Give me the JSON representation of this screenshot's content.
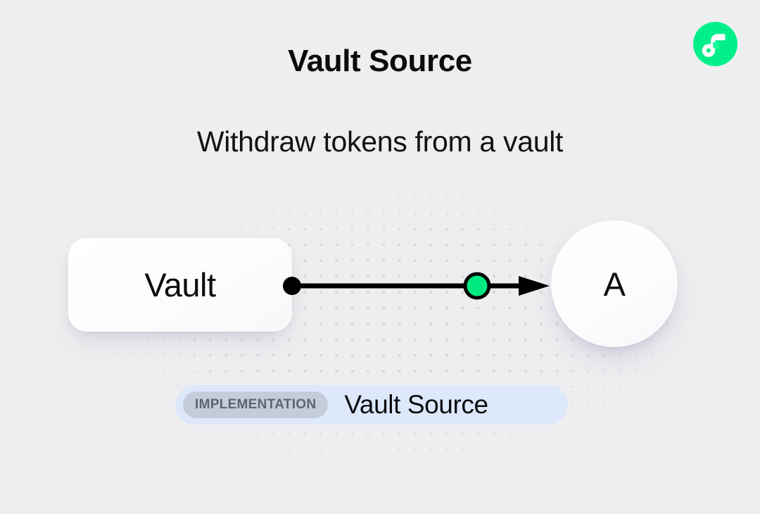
{
  "page": {
    "background_color": "#eeeef0",
    "title": "Vault Source",
    "subtitle": "Withdraw tokens from a vault"
  },
  "brand": {
    "logo_name": "flow-logo",
    "logo_color": "#00ef8b",
    "logo_accent_color": "#16ff99"
  },
  "diagram": {
    "type": "flow-graph",
    "nodes": [
      {
        "id": "vault",
        "label": "Vault",
        "shape": "rounded-rect"
      },
      {
        "id": "a",
        "label": "A",
        "shape": "circle"
      }
    ],
    "edges": [
      {
        "from": "vault",
        "to": "a",
        "source_handle_color": "#000000",
        "line_color": "#000000",
        "marker_color": "#00e980",
        "marker_stroke_color": "#000000",
        "arrowhead_color": "#000000"
      }
    ],
    "grid": {
      "dot_color": "#d3d4d8",
      "spacing": 22
    }
  },
  "footer": {
    "badge_label": "IMPLEMENTATION",
    "badge_bg_color": "#c4ccda",
    "badge_text_color": "#5d6472",
    "name": "Vault Source",
    "bar_bg_color": "#dde8fb"
  }
}
